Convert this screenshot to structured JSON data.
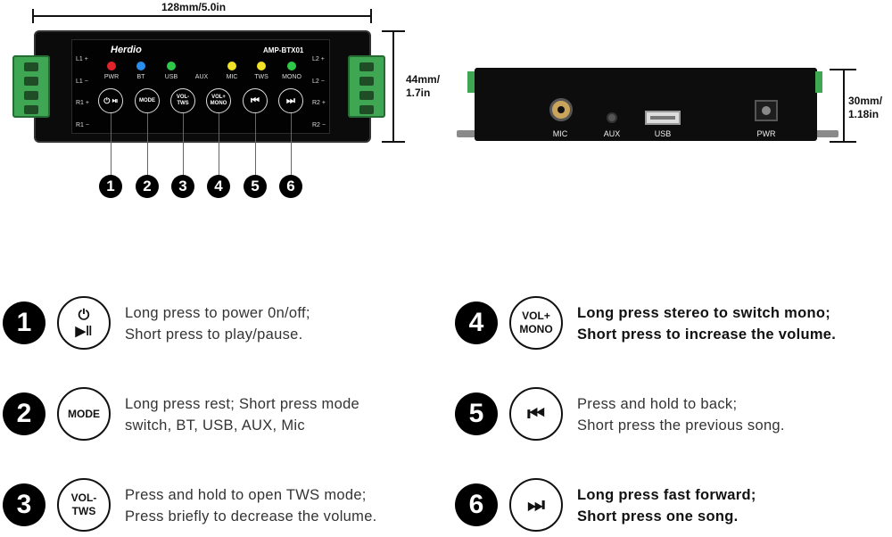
{
  "dimensions": {
    "width": "128mm/5.0in",
    "height_front_mm": "44mm/",
    "height_front_in": "1.7in",
    "height_side_mm": "30mm/",
    "height_side_in": "1.18in"
  },
  "front": {
    "brand": "Herdio",
    "model": "AMP-BTX01",
    "leds": [
      {
        "label": "PWR",
        "color": "#e0242a"
      },
      {
        "label": "BT",
        "color": "#2a8ef0"
      },
      {
        "label": "USB",
        "color": "#2fc94a"
      },
      {
        "label": "AUX",
        "color": ""
      },
      {
        "label": "MIC",
        "color": "#f2e227"
      },
      {
        "label": "TWS",
        "color": "#f2e227"
      },
      {
        "label": "MONO",
        "color": "#2fc94a"
      }
    ],
    "left_channels": [
      "L1 +",
      "L1 −",
      "R1 +",
      "R1 −"
    ],
    "right_channels": [
      "L2 +",
      "L2 −",
      "R2 +",
      "R2 −"
    ],
    "buttons": [
      "⏻ ⏯",
      "MODE",
      "VOL- TWS",
      "VOL+ MONO",
      "⏮",
      "⏭"
    ],
    "callouts": [
      "1",
      "2",
      "3",
      "4",
      "5",
      "6"
    ]
  },
  "side": {
    "ports": [
      "MIC",
      "AUX",
      "USB",
      "PWR"
    ]
  },
  "legend": [
    {
      "num": "1",
      "icon_top": "⏻",
      "icon_bottom": "▶‖",
      "icon": "power-play-pause-icon",
      "line1": "Long press to power 0n/off;",
      "line2": "Short press to play/pause.",
      "bold": false
    },
    {
      "num": "2",
      "icon_text": "MODE",
      "icon": "mode-icon",
      "line1": "Long press rest; Short press mode",
      "line2": "switch, BT, USB, AUX, Mic",
      "bold": false
    },
    {
      "num": "3",
      "icon_top": "VOL-",
      "icon_bottom": "TWS",
      "icon": "vol-minus-tws-icon",
      "line1": "Press and hold to open TWS mode;",
      "line2": "Press briefly to decrease the volume.",
      "bold": false
    },
    {
      "num": "4",
      "icon_top": "VOL+",
      "icon_bottom": "MONO",
      "icon": "vol-plus-mono-icon",
      "line1": "Long press stereo to switch mono;",
      "line2": "Short press to increase the volume.",
      "bold": true
    },
    {
      "num": "5",
      "icon_text": "⏮",
      "icon": "previous-track-icon",
      "line1": "Press and hold to back;",
      "line2": "Short press the previous song.",
      "bold": false
    },
    {
      "num": "6",
      "icon_text": "⏭",
      "icon": "next-track-icon",
      "line1": "Long press fast forward;",
      "line2": "Short press one song.",
      "bold": true
    }
  ]
}
